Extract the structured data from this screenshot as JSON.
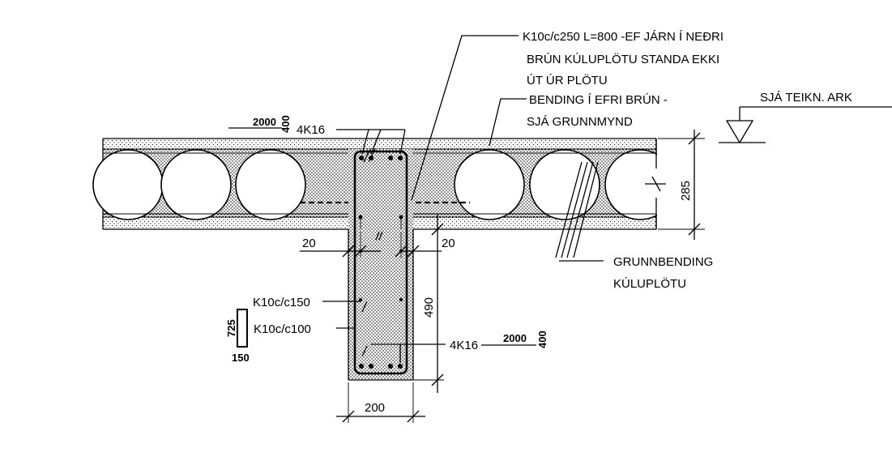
{
  "notes": {
    "top_bar_line1": "K10c/c250 L=800 -EF JÁRN Í NEÐRI",
    "top_bar_line2": "BRÚN KÚLUPLÖTU STANDA EKKI",
    "top_bar_line3": "ÚT ÚR PLÖTU",
    "top_bend_line1": "BENDING Í EFRI BRÚN -",
    "top_bend_line2": "SJÁ GRUNNMYND",
    "arch_ref": "SJÁ TEIKN. ARK",
    "base_line1": "GRUNNBENDING",
    "base_line2": "KÚLUPLÖTU"
  },
  "rebar": {
    "top_bars": "4K16",
    "top_len_num": "2000",
    "top_len_den": "400",
    "top_len_side": "400",
    "bottom_bars": "4K16",
    "bottom_len_num": "2000",
    "bottom_len_den": "400",
    "stirrup_upper": "K10c/c150",
    "stirrup_lower": "K10c/c100",
    "stirrup_height": "725",
    "stirrup_width": "150"
  },
  "dims": {
    "slab_depth": "285",
    "beam_down": "490",
    "cover_left": "20",
    "cover_right": "20",
    "beam_width": "200"
  },
  "colors": {
    "ink": "#000000",
    "paper": "#ffffff",
    "concrete_dot": "#000000"
  }
}
